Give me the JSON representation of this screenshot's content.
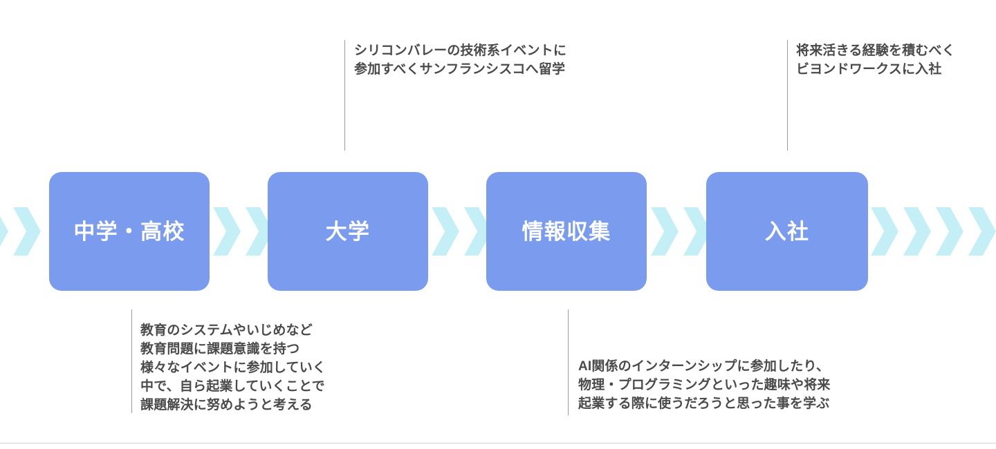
{
  "diagram": {
    "title_text": "",
    "colors": {
      "box_fill": "#7b9cee",
      "box_label": "#ffffff",
      "chevron_fill": "#c5eff7",
      "annotation_text": "#4a4a4a",
      "connector_line": "#9a9a9a",
      "footer_rule": "#d2d2d2",
      "background": "#ffffff"
    },
    "stages": [
      {
        "id": "junior-senior-high",
        "label": "中学・高校"
      },
      {
        "id": "university",
        "label": "大学"
      },
      {
        "id": "information-gathering",
        "label": "情報収集"
      },
      {
        "id": "joining-company",
        "label": "入社"
      }
    ],
    "annotations": [
      {
        "id": "university-note",
        "position": "top",
        "attached_to": "university",
        "text": "シリコンバレーの技術系イベントに\n参加すべくサンフランシスコへ留学"
      },
      {
        "id": "joining-company-note",
        "position": "top",
        "attached_to": "joining-company",
        "text": "将来活きる経験を積むべく\nビヨンドワークスに入社"
      },
      {
        "id": "junior-senior-high-note",
        "position": "bottom",
        "attached_to": "junior-senior-high",
        "text": "教育のシステムやいじめなど\n教育問題に課題意識を持つ\n様々なイベントに参加していく\n中で、自ら起業していくことで\n課題解決に努めようと考える"
      },
      {
        "id": "information-gathering-note",
        "position": "bottom",
        "attached_to": "information-gathering",
        "text": "AI関係のインターンシップに参加したり、\n物理・プログラミングといった趣味や将来\n起業する際に使うだろうと思った事を学ぶ"
      }
    ]
  }
}
